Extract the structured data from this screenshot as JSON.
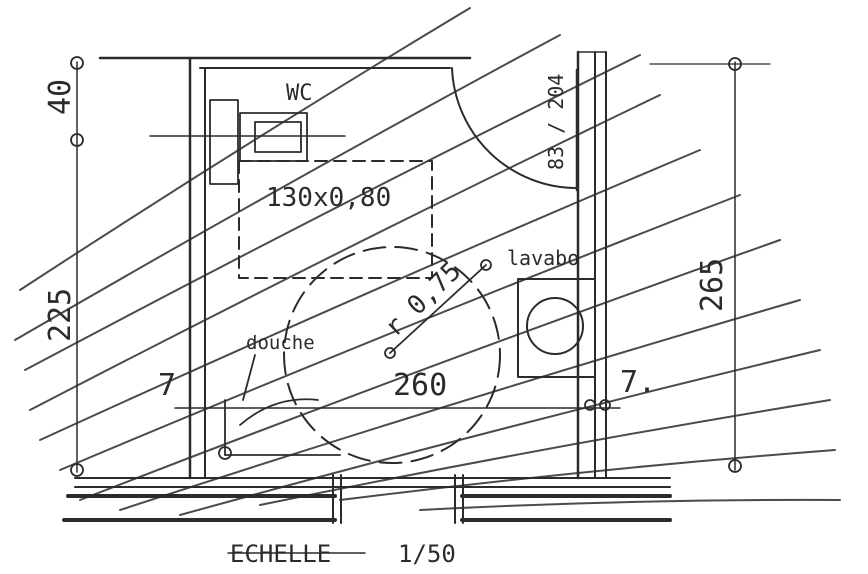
{
  "labels": {
    "wc": "WC",
    "wc_size": "130x0,80",
    "turning_radius": "r 0,75",
    "washbasin": "lavabo",
    "shower": "douche",
    "door": "83 / 204"
  },
  "dimensions": {
    "top_left": "40",
    "left_height": "225",
    "right_height": "265",
    "room_width": "260",
    "left_margin": "7",
    "right_margin": "7."
  },
  "scale": {
    "label": "ECHELLE",
    "ratio": "1/50"
  }
}
